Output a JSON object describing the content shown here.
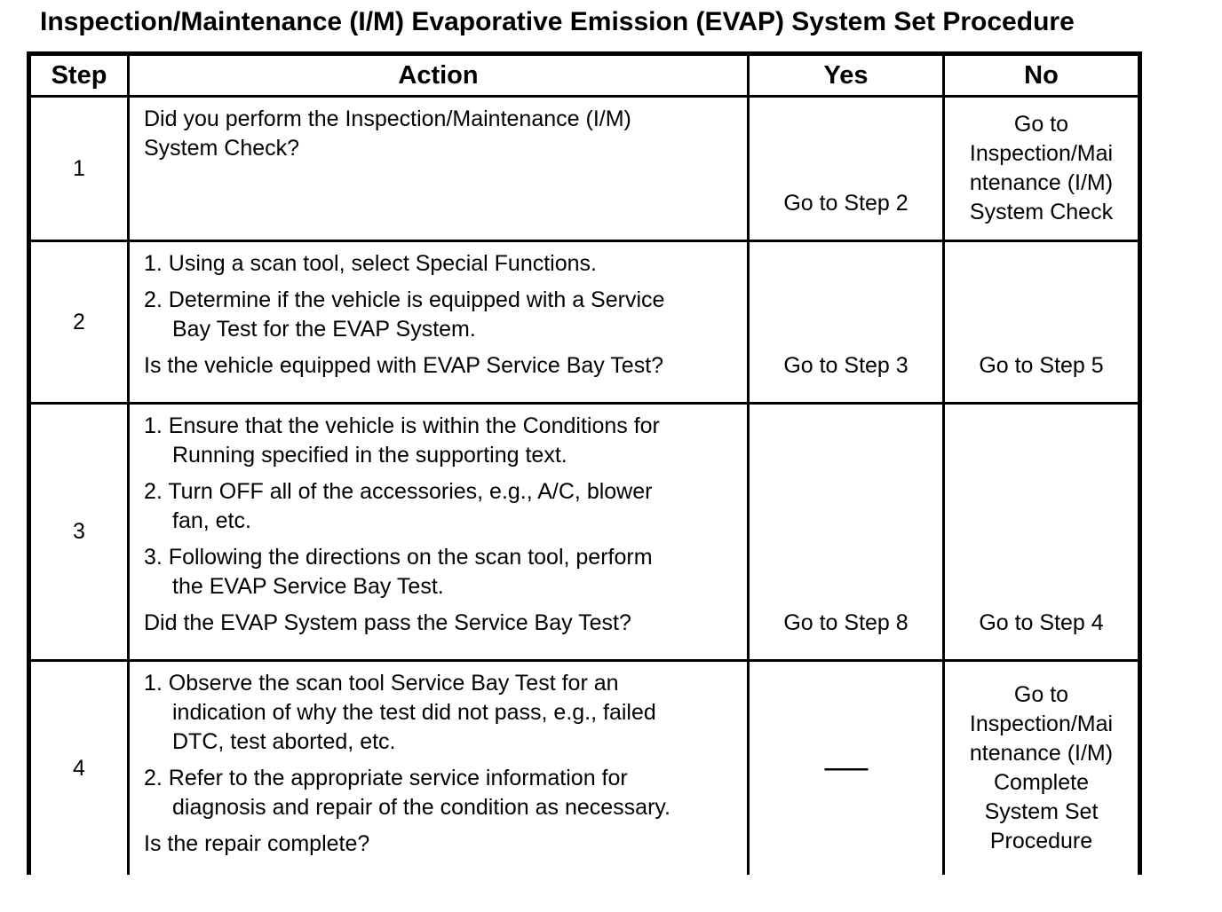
{
  "title": "Inspection/Maintenance (I/M) Evaporative Emission (EVAP) System Set Procedure",
  "table": {
    "headers": {
      "step": "Step",
      "action": "Action",
      "yes": "Yes",
      "no": "No"
    },
    "rows": [
      {
        "step": "1",
        "question_top": "Did you perform the Inspection/Maintenance (I/M)\nSystem Check?",
        "yes": "Go to Step 2",
        "no": "Go to\nInspection/Mai\nntenance (I/M)\nSystem Check"
      },
      {
        "step": "2",
        "items": [
          "1. Using a scan tool, select Special Functions.",
          "2. Determine if the vehicle is equipped with a Service\nBay Test for the EVAP System."
        ],
        "question": "Is the vehicle equipped with EVAP Service Bay Test?",
        "yes": "Go to Step 3",
        "no": "Go to Step 5"
      },
      {
        "step": "3",
        "items": [
          "1. Ensure that the vehicle is within the Conditions for\nRunning specified in the supporting text.",
          "2. Turn OFF all of the accessories, e.g., A/C, blower\nfan, etc.",
          "3. Following the directions on the scan tool, perform\nthe EVAP Service Bay Test."
        ],
        "question": "Did the EVAP System pass the Service Bay Test?",
        "yes": "Go to Step 8",
        "no": "Go to Step 4"
      },
      {
        "step": "4",
        "items": [
          "1. Observe the scan tool Service Bay Test for an\nindication of why the test did not pass, e.g., failed\nDTC, test aborted, etc.",
          "2. Refer to the appropriate service information for\ndiagnosis and repair of the condition as necessary."
        ],
        "question": "Is the repair complete?",
        "yes": "——",
        "no": "Go to\nInspection/Mai\nntenance (I/M)\nComplete\nSystem Set\nProcedure"
      }
    ]
  }
}
